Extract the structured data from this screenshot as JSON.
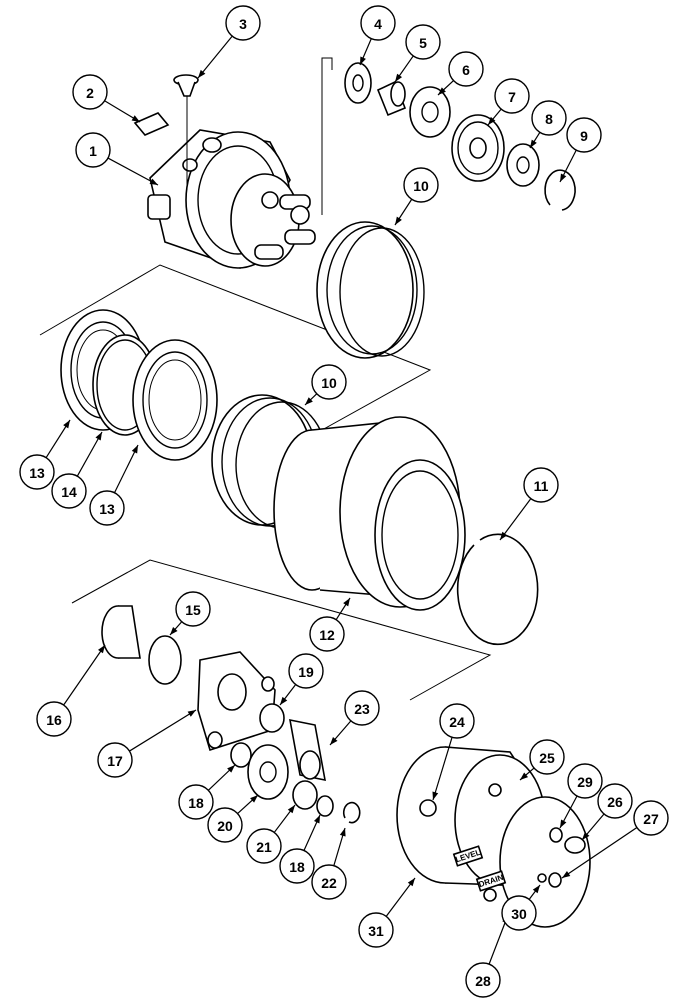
{
  "callouts": {
    "c1": "1",
    "c2": "2",
    "c3": "3",
    "c4": "4",
    "c5": "5",
    "c6": "6",
    "c7": "7",
    "c8": "8",
    "c9": "9",
    "c10a": "10",
    "c10b": "10",
    "c11": "11",
    "c12": "12",
    "c13a": "13",
    "c13b": "13",
    "c14": "14",
    "c15": "15",
    "c16": "16",
    "c17": "17",
    "c18a": "18",
    "c18b": "18",
    "c19": "19",
    "c20": "20",
    "c21": "21",
    "c22": "22",
    "c23": "23",
    "c24": "24",
    "c25": "25",
    "c26": "26",
    "c27": "27",
    "c28": "28",
    "c29": "29",
    "c30": "30",
    "c31": "31"
  },
  "plate_labels": {
    "level": "LEVEL",
    "drain": "DRAIN"
  }
}
